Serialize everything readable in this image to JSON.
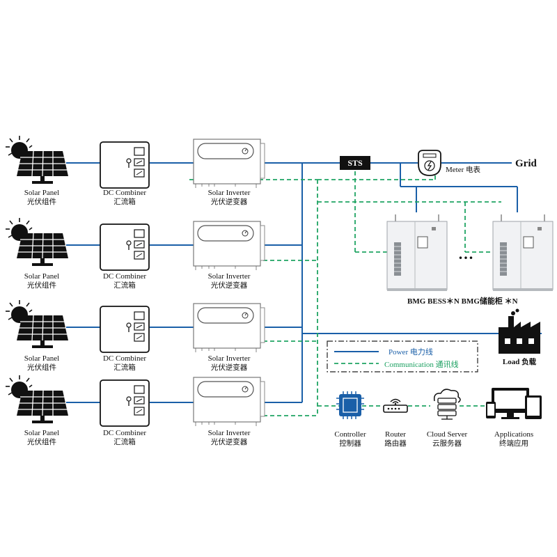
{
  "colors": {
    "power": "#1a5fa8",
    "comm": "#1fa463",
    "equipment": "#222222"
  },
  "rows": [
    {
      "panel": {
        "en": "Solar Panel",
        "zh": "光伏组件"
      },
      "combiner": {
        "en": "DC Combiner",
        "zh": "汇流箱"
      },
      "inverter": {
        "en": "Solar Inverter",
        "zh": "光伏逆变器"
      }
    },
    {
      "panel": {
        "en": "Solar Panel",
        "zh": "光伏组件"
      },
      "combiner": {
        "en": "DC Combiner",
        "zh": "汇流箱"
      },
      "inverter": {
        "en": "Solar Inverter",
        "zh": "光伏逆变器"
      }
    },
    {
      "panel": {
        "en": "Solar Panel",
        "zh": "光伏组件"
      },
      "combiner": {
        "en": "DC Combiner",
        "zh": "汇流箱"
      },
      "inverter": {
        "en": "Solar Inverter",
        "zh": "光伏逆变器"
      }
    },
    {
      "panel": {
        "en": "Solar Panel",
        "zh": "光伏组件"
      },
      "combiner": {
        "en": "DC Combiner",
        "zh": "汇流箱"
      },
      "inverter": {
        "en": "Solar Inverter",
        "zh": "光伏逆变器"
      }
    }
  ],
  "sts": "STS",
  "meter": {
    "en": "Meter",
    "zh": "电表"
  },
  "grid": "Grid",
  "bess": {
    "en": "BMG BESS＊N BMG",
    "zh": "储能柜",
    "suffix": "＊N"
  },
  "ellipsis": "...",
  "load": {
    "en": "Load",
    "zh": "负载"
  },
  "legend": {
    "power": {
      "en": "Power",
      "zh": "电力线"
    },
    "comm": {
      "en": "Communication",
      "zh": "通讯线"
    }
  },
  "devices": [
    {
      "en": "Controller",
      "zh": "控制器"
    },
    {
      "en": "Router",
      "zh": "路由器"
    },
    {
      "en": "Cloud Server",
      "zh": "云服务器"
    },
    {
      "en": "Applications",
      "zh": "终端应用"
    }
  ]
}
